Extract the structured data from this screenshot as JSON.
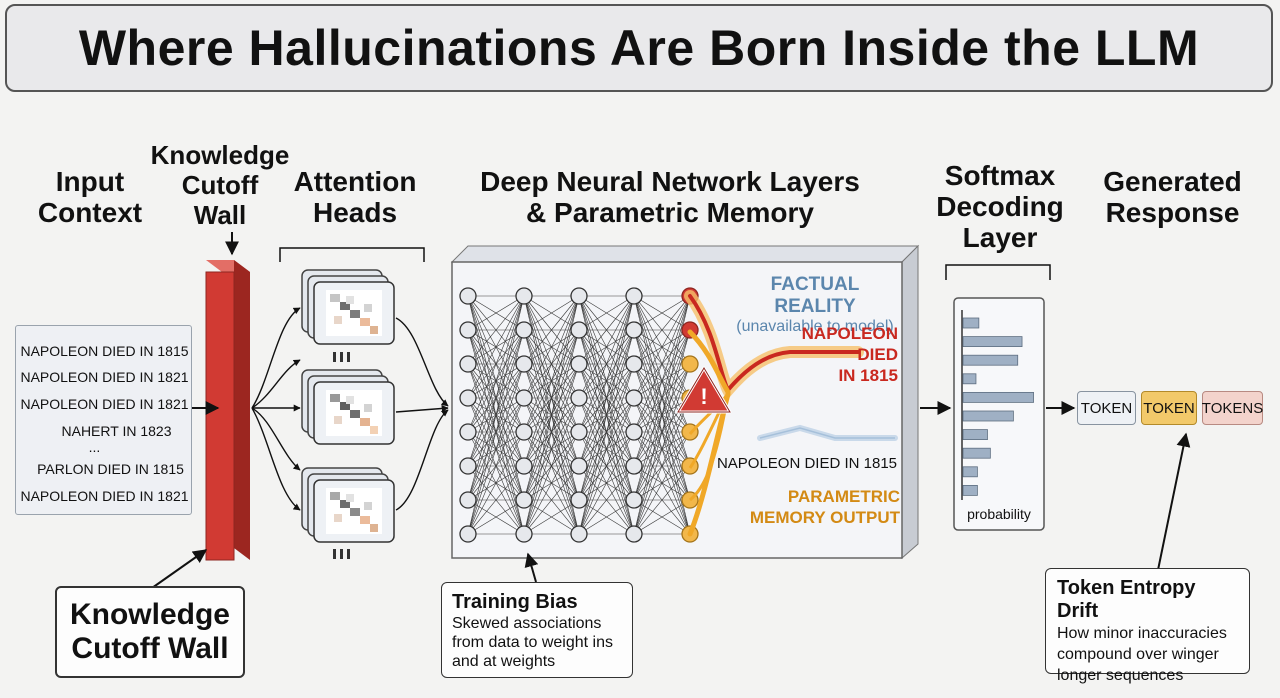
{
  "title": "Where Hallucinations Are Born Inside the LLM",
  "headers": {
    "input_context": [
      "Input",
      "Context"
    ],
    "knowledge_cutoff": [
      "Knowledge",
      "Cutoff",
      "Wall"
    ],
    "attention_heads": [
      "Attention",
      "Heads"
    ],
    "deep_layers": [
      "Deep Neural Network Layers",
      "& Parametric Memory"
    ],
    "softmax": [
      "Softmax",
      "Decoding",
      "Layer"
    ],
    "generated_response": [
      "Generated",
      "Response"
    ]
  },
  "input_lines": [
    "NAPOLEON DIED IN 1815",
    "NAPOLEON DIED IN 1821",
    "NAPOLEON DIED IN 1821",
    "NAHERT IN 1823",
    "...",
    "PARLON DIED IN 1815",
    "NAPOLEON DIED IN 1821"
  ],
  "network": {
    "factual_reality": "FACTUAL REALITY",
    "factual_note": "(unavailable to model)",
    "napoleon_lines": [
      "NAPOLEON",
      "DIED",
      "IN 1815"
    ],
    "napoleon_plain": "NAPOLEON DIED IN 1815",
    "parametric_lines": [
      "PARAMETRIC",
      "MEMORY OUTPUT"
    ],
    "warning_glyph": "!"
  },
  "softmax_box": {
    "label": "probability",
    "bars": [
      0.22,
      0.82,
      0.76,
      0.18,
      0.98,
      0.7,
      0.34,
      0.38,
      0.2,
      0.2
    ]
  },
  "tokens": [
    "TOKEN",
    "TOKEN",
    "TOKENS"
  ],
  "knowledge_cutoff_box": [
    "Knowledge",
    "Cutoff Wall"
  ],
  "training_bias": {
    "title": "Training Bias",
    "lines": [
      "Skewed associations",
      "from data to weight ins",
      "and at weights"
    ]
  },
  "token_entropy": {
    "title": "Token Entropy Drift",
    "lines": [
      "How minor inaccuracies",
      "compound over winger",
      "longer sequences"
    ]
  },
  "colors": {
    "wall_red": "#d13a33",
    "highlight_red": "#c9281f",
    "highlight_orange": "#f0a828",
    "blue_text": "#5b86ad",
    "gold_text": "#d38a14",
    "bar_fill": "#9fb0c4"
  }
}
